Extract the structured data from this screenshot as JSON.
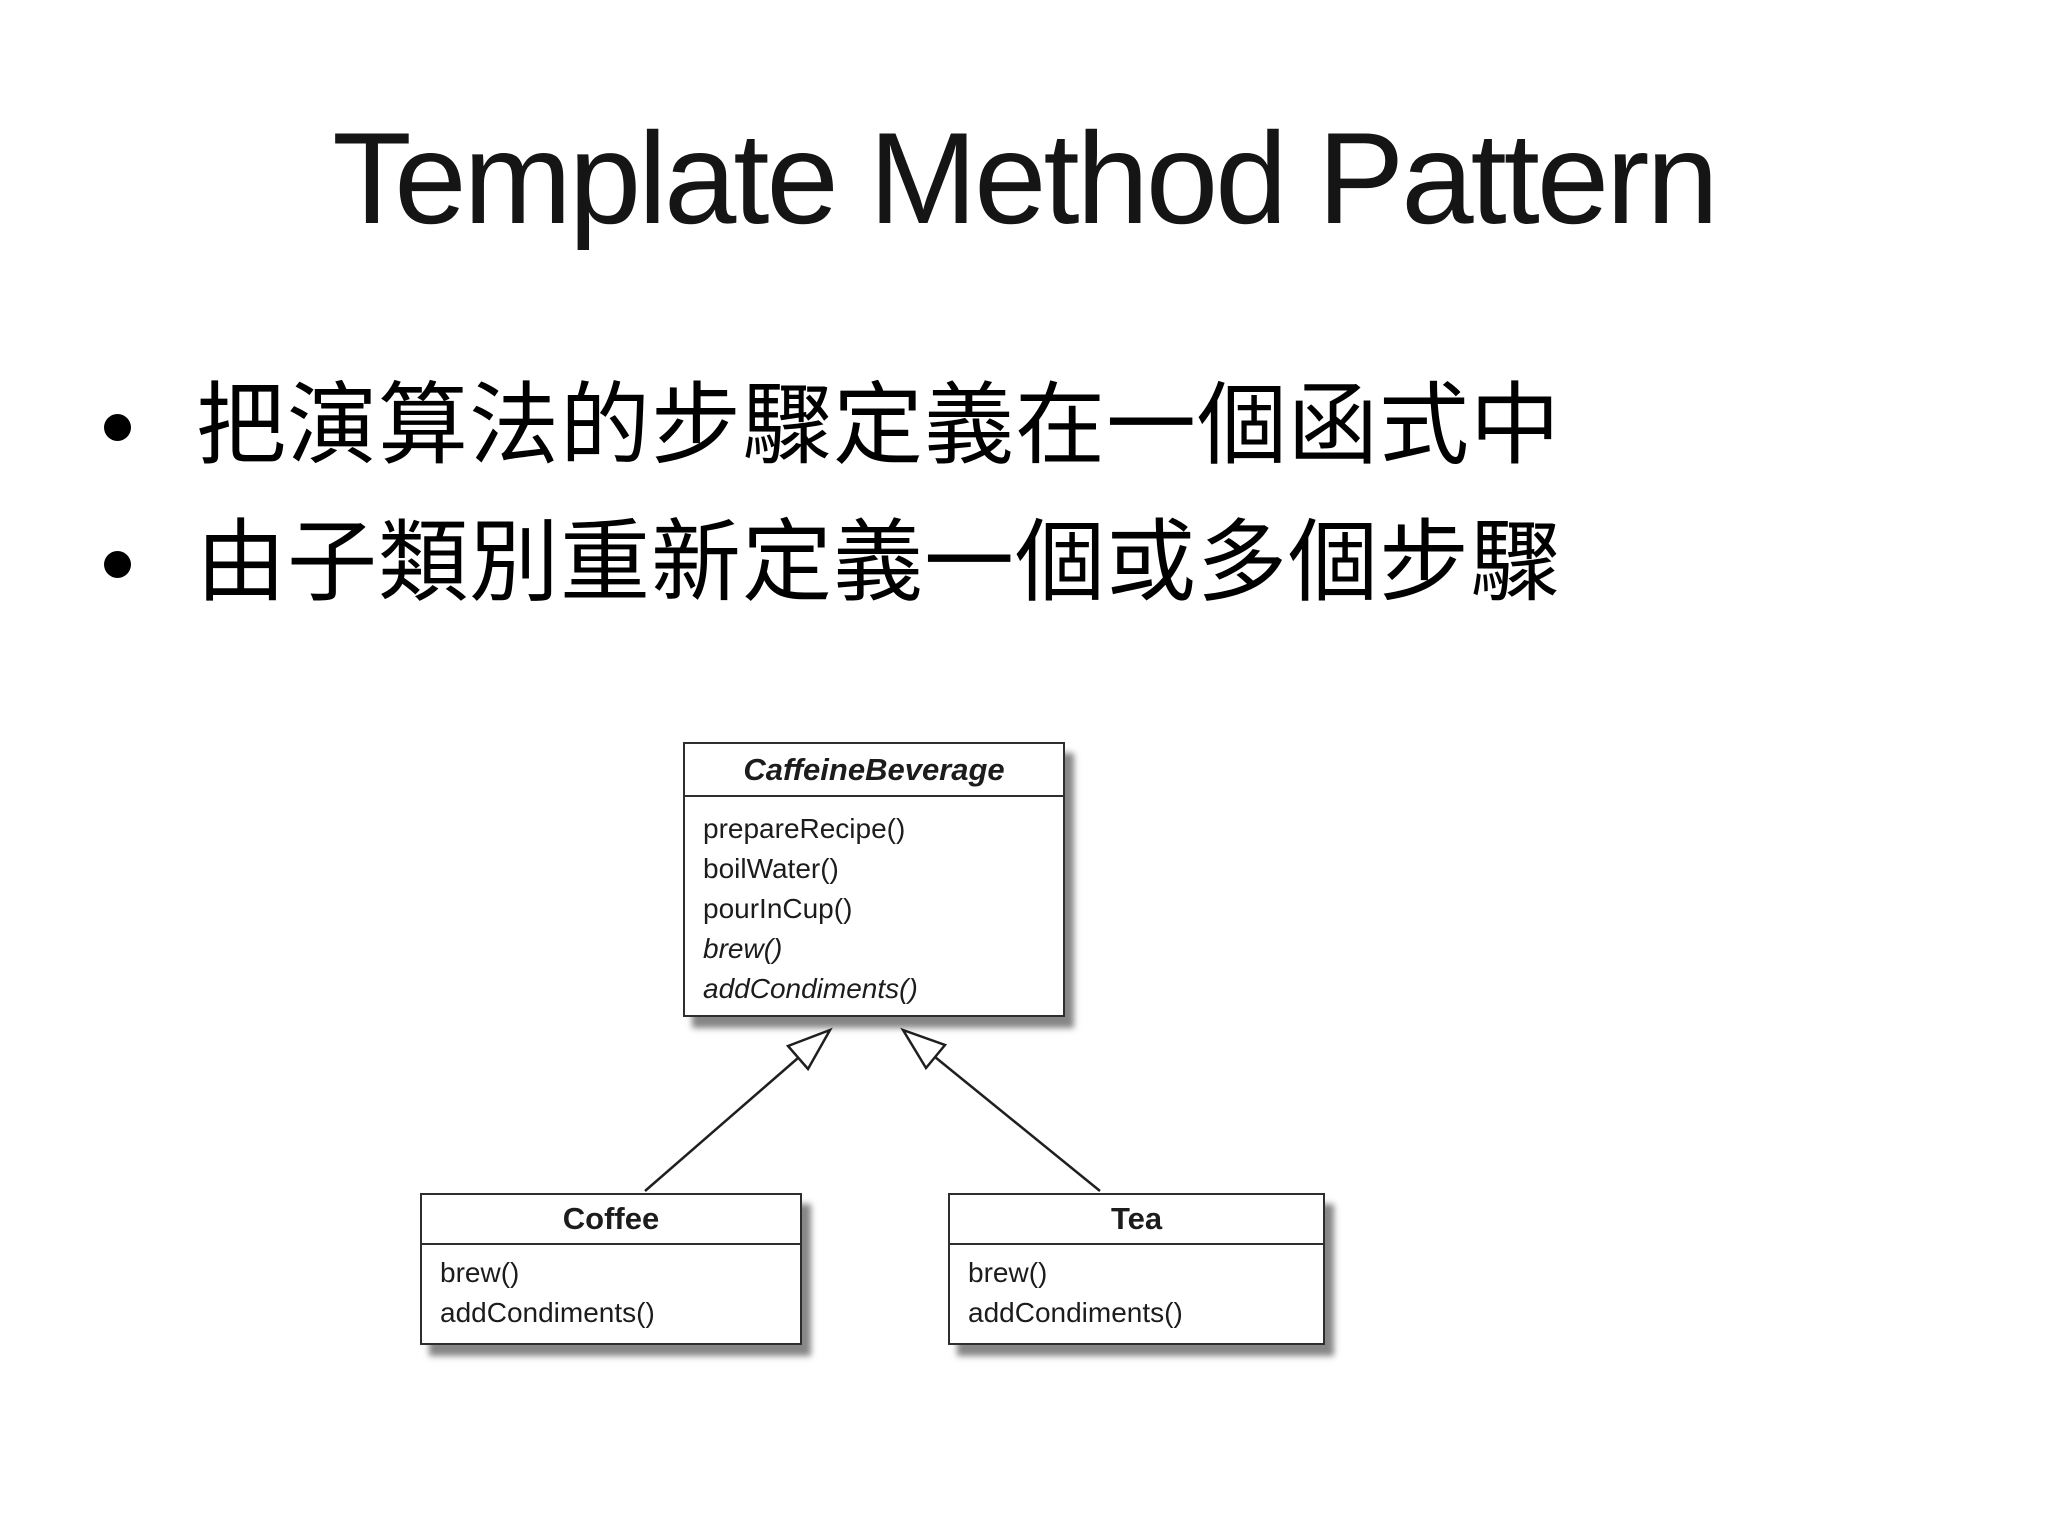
{
  "slide": {
    "title": "Template Method Pattern",
    "bullets": [
      "把演算法的步驟定義在一個函式中",
      "由子類別重新定義一個或多個步驟"
    ]
  },
  "diagram": {
    "classes": [
      {
        "name": "CaffeineBeverage",
        "abstract": true,
        "methods": [
          "prepareRecipe()",
          "boilWater()",
          "pourInCup()",
          "brew()",
          "addCondiments()"
        ],
        "abstract_methods": [
          "brew()",
          "addCondiments()"
        ]
      },
      {
        "name": "Coffee",
        "abstract": false,
        "methods": [
          "brew()",
          "addCondiments()"
        ]
      },
      {
        "name": "Tea",
        "abstract": false,
        "methods": [
          "brew()",
          "addCondiments()"
        ]
      }
    ],
    "relations": [
      {
        "from": "Coffee",
        "to": "CaffeineBeverage",
        "type": "generalization"
      },
      {
        "from": "Tea",
        "to": "CaffeineBeverage",
        "type": "generalization"
      }
    ]
  },
  "colors": {
    "background": "#ffffff",
    "title_text": "#151515",
    "body_text": "#000000",
    "box_fill": "#ffffff",
    "box_border": "#2e2e2e",
    "connector": "#1f1f1f"
  }
}
